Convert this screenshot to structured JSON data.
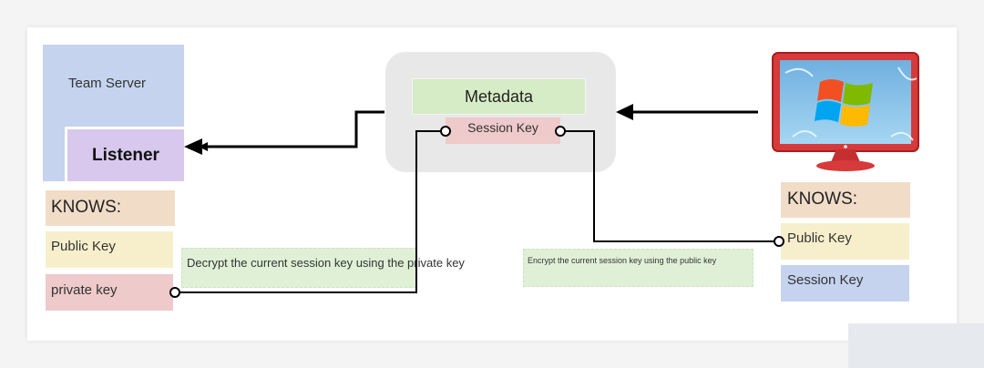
{
  "team_server": {
    "label": "Team Server"
  },
  "listener": {
    "label": "Listener"
  },
  "left_knows": {
    "header": "KNOWS:",
    "public_key": "Public Key",
    "private_key": "private key"
  },
  "metadata": {
    "label": "Metadata",
    "session_key": "Session Key"
  },
  "notes": {
    "decrypt": "Decrypt the current session key using the private key",
    "encrypt": "Encrypt the current session key using the public key"
  },
  "right_knows": {
    "header": "KNOWS:",
    "public_key": "Public Key",
    "session_key": "Session Key"
  },
  "client_icon": "windows-monitor-icon",
  "colors": {
    "blue_box": "#c5d3ee",
    "purple_box": "#d8c8ee",
    "peach_box": "#f1dcc8",
    "yellow_box": "#f7efcb",
    "pink_box": "#eecaca",
    "green_box": "#d6ecc6",
    "connector": "#000000"
  }
}
